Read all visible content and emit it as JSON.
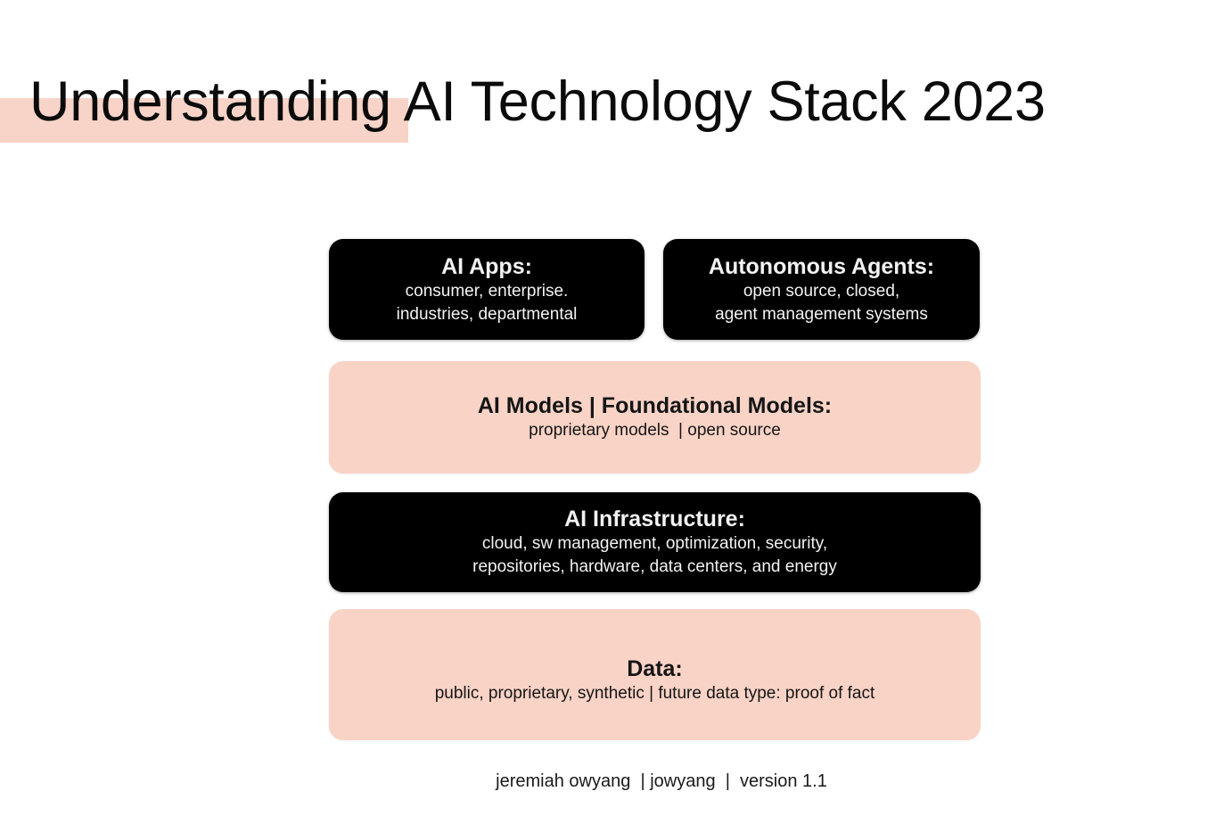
{
  "slide": {
    "title": "Understanding AI Technology Stack 2023",
    "highlight_color": "#f8d4c8"
  },
  "stack": {
    "colors": {
      "dark": "#000000",
      "light": "#f9d3c6"
    },
    "layers": [
      {
        "id": "ai-apps",
        "title": "AI Apps:",
        "lines": [
          "consumer, enterprise.",
          "industries, departmental"
        ],
        "style": "dark"
      },
      {
        "id": "autonomous-agents",
        "title": "Autonomous Agents:",
        "lines": [
          "open source, closed,",
          "agent management systems"
        ],
        "style": "dark"
      },
      {
        "id": "ai-models",
        "title": "AI Models | Foundational Models:",
        "lines": [
          "proprietary models  | open source"
        ],
        "style": "light"
      },
      {
        "id": "ai-infrastructure",
        "title": "AI Infrastructure:",
        "lines": [
          "cloud, sw management, optimization, security,",
          "repositories, hardware, data centers, and energy"
        ],
        "style": "dark"
      },
      {
        "id": "data",
        "title": "Data:",
        "lines": [
          "public, proprietary, synthetic | future data type: proof of fact"
        ],
        "style": "light"
      }
    ]
  },
  "footer": {
    "text": "jeremiah owyang  | jowyang  |  version 1.1"
  }
}
